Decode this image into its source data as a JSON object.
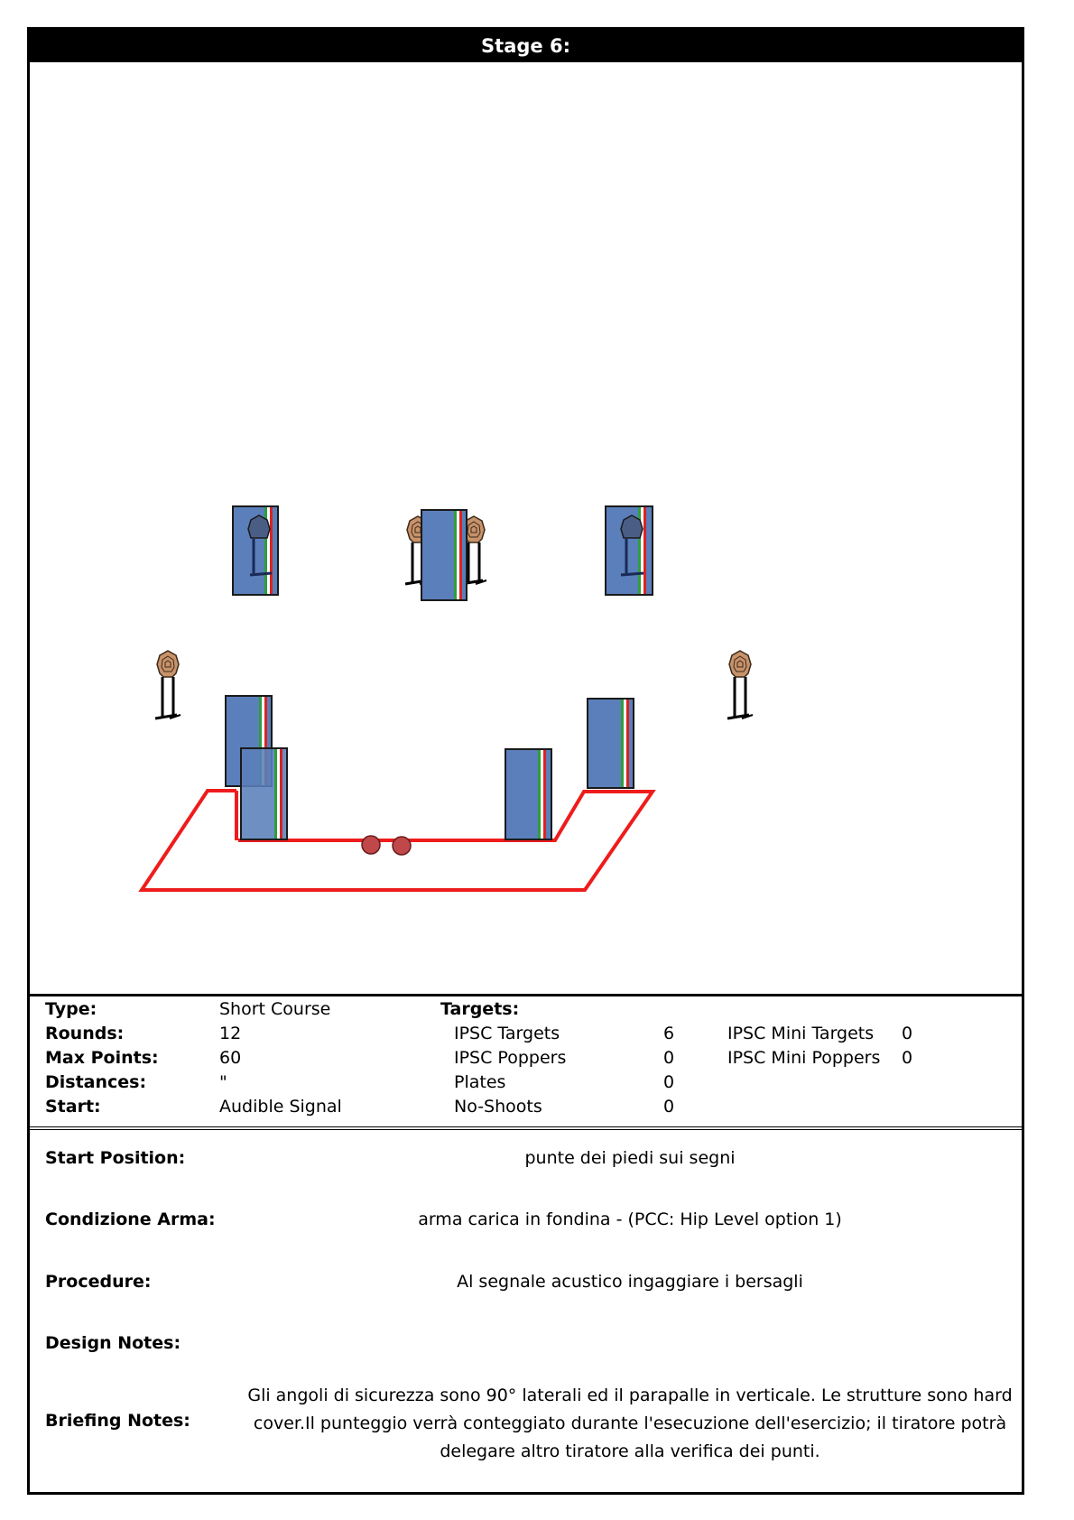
{
  "header": {
    "title": "Stage 6:"
  },
  "stage_info": {
    "type_label": "Type:",
    "type_value": "Short Course",
    "rounds_label": "Rounds:",
    "rounds_value": "12",
    "max_points_label": "Max Points:",
    "max_points_value": "60",
    "distances_label": "Distances:",
    "distances_value": "\"",
    "start_label": "Start:",
    "start_value": "Audible Signal"
  },
  "targets": {
    "heading": "Targets:",
    "ipsc_targets_label": "IPSC Targets",
    "ipsc_targets_value": "6",
    "ipsc_poppers_label": "IPSC Poppers",
    "ipsc_poppers_value": "0",
    "plates_label": "Plates",
    "plates_value": "0",
    "no_shoots_label": "No-Shoots",
    "no_shoots_value": "0",
    "mini_targets_label": "IPSC Mini Targets",
    "mini_targets_value": "0",
    "mini_poppers_label": "IPSC Mini Poppers",
    "mini_poppers_value": "0"
  },
  "notes": {
    "start_position_label": "Start Position:",
    "start_position_value": "punte dei piedi sui segni",
    "condizione_arma_label": "Condizione Arma:",
    "condizione_arma_value": "arma carica in fondina - (PCC: Hip Level option 1)",
    "procedure_label": "Procedure:",
    "procedure_value": "Al segnale acustico ingaggiare i bersagli",
    "design_notes_label": "Design Notes:",
    "design_notes_value": "",
    "briefing_notes_label": "Briefing Notes:",
    "briefing_notes_value": "Gli angoli di sicurezza sono 90° laterali ed il parapalle in verticale. Le strutture sono hard cover.Il punteggio verrà conteggiato durante l'esecuzione dell'esercizio; il tiratore potrà delegare altro tiratore alla verifica  dei punti."
  },
  "colors": {
    "header_bg": "#000000",
    "wall_fill": "#5a7fba",
    "wall_stroke": "#1a1a1a",
    "target_fill": "#c8926a",
    "shooting_area": "#ee1c1c",
    "start_marker": "#c0484a",
    "flag_green": "#2e9e3e",
    "flag_white": "#ffffff",
    "flag_red": "#d92323"
  },
  "icons": {
    "wall": "barricade-wall-icon",
    "target": "ipsc-target-icon",
    "marker": "foot-marker-icon"
  }
}
